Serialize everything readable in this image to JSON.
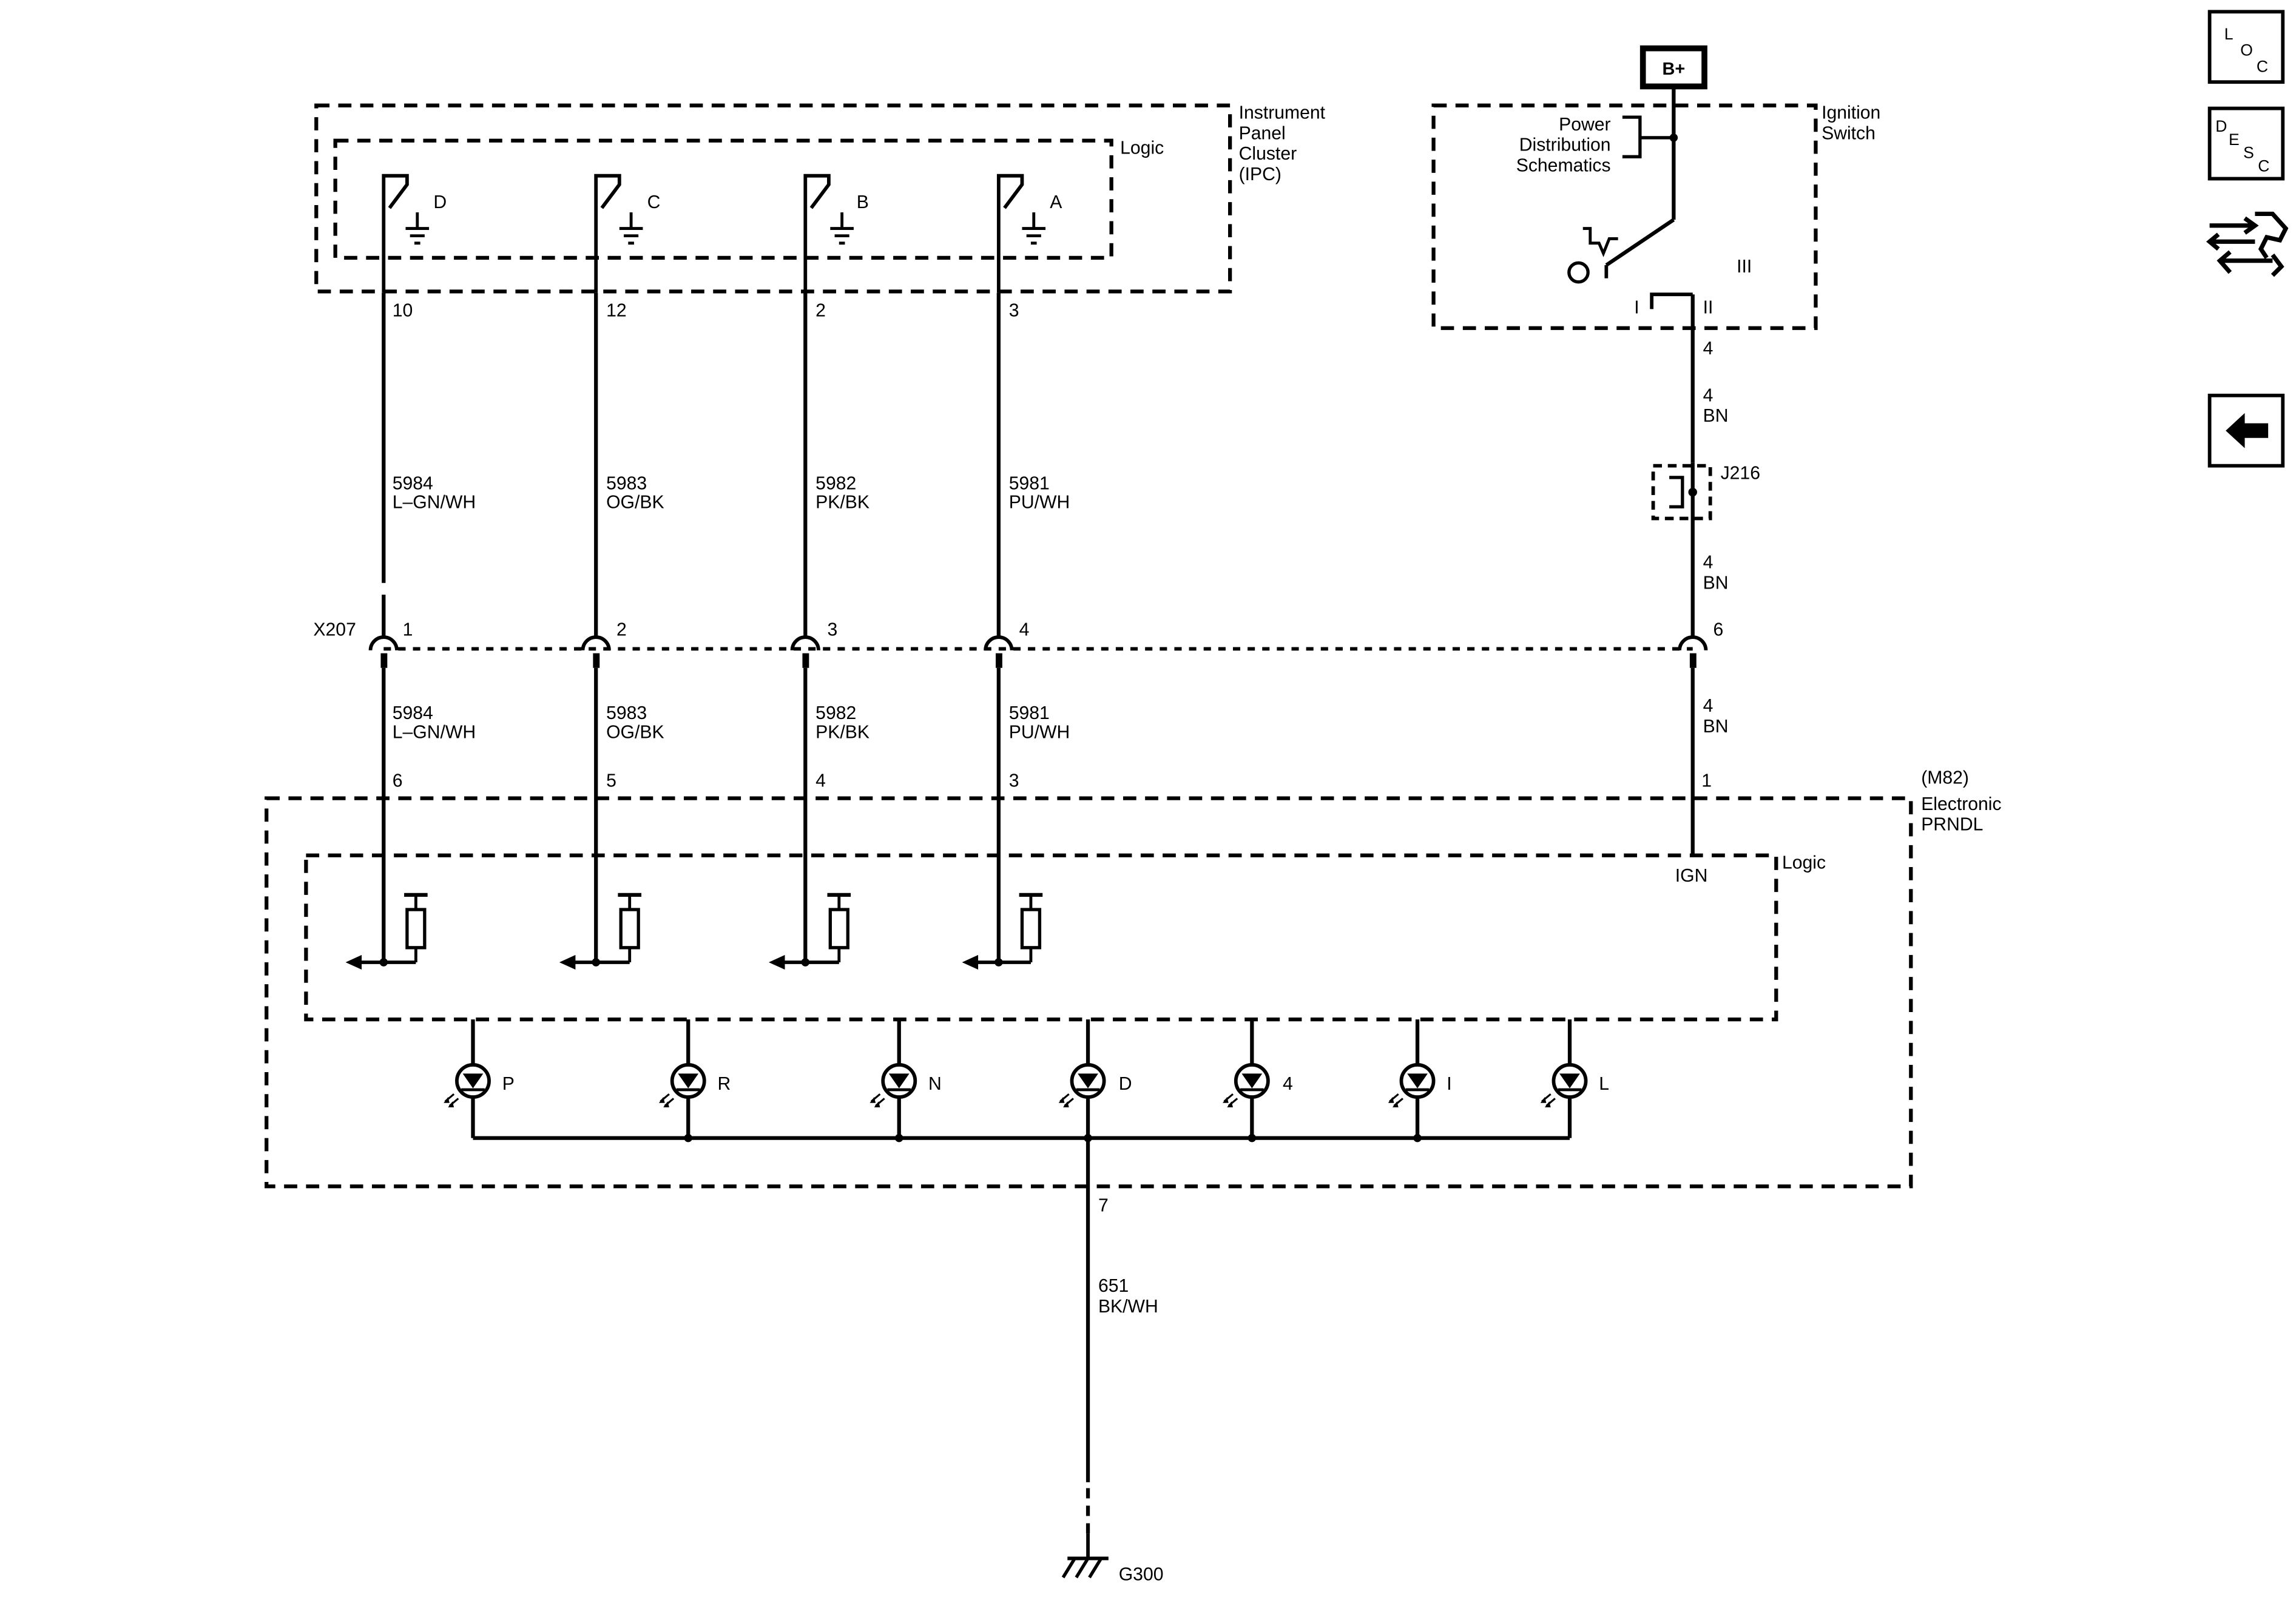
{
  "nav": {
    "loc": {
      "l": "L",
      "o": "O",
      "c": "C"
    },
    "desc": {
      "d": "D",
      "e": "E",
      "s": "S",
      "c": "C"
    },
    "connector_view_icon": "connector-end-view-icon",
    "back_icon": "arrow-left-icon"
  },
  "ipc": {
    "box_label": [
      "Instrument",
      "Panel",
      "Cluster",
      "(IPC)"
    ],
    "logic_label": "Logic",
    "switch_labels": [
      "D",
      "C",
      "B",
      "A"
    ],
    "pins": [
      "10",
      "12",
      "2",
      "3"
    ]
  },
  "wires_upper": [
    {
      "circuit": "5984",
      "color": "L–GN/WH"
    },
    {
      "circuit": "5983",
      "color": "OG/BK"
    },
    {
      "circuit": "5982",
      "color": "PK/BK"
    },
    {
      "circuit": "5981",
      "color": "PU/WH"
    }
  ],
  "connector": {
    "name": "X207",
    "pins": [
      "1",
      "2",
      "3",
      "4"
    ],
    "pin_ign": "6"
  },
  "wires_lower": [
    {
      "circuit": "5984",
      "color": "L–GN/WH"
    },
    {
      "circuit": "5983",
      "color": "OG/BK"
    },
    {
      "circuit": "5982",
      "color": "PK/BK"
    },
    {
      "circuit": "5981",
      "color": "PU/WH"
    }
  ],
  "prndl": {
    "option": "(M82)",
    "name": [
      "Electronic",
      "PRNDL"
    ],
    "pins": [
      "6",
      "5",
      "4",
      "3"
    ],
    "pin_ign": "1",
    "ign_label": "IGN",
    "logic_label": "Logic",
    "leds": [
      "P",
      "R",
      "N",
      "D",
      "4",
      "I",
      "L"
    ],
    "ground_pin": "7"
  },
  "ignition": {
    "supply": "B+",
    "label": [
      "Ignition",
      "Switch"
    ],
    "power_ref": [
      "Power",
      "Distribution",
      "Schematics"
    ],
    "positions": [
      "I",
      "II",
      "III"
    ],
    "pin": "4",
    "wire_a": {
      "circuit": "4",
      "color": "BN"
    },
    "splice": "J216",
    "wire_b": {
      "circuit": "4",
      "color": "BN"
    },
    "wire_c": {
      "circuit": "4",
      "color": "BN"
    }
  },
  "ground": {
    "circuit": "651",
    "color": "BK/WH",
    "name": "G300"
  }
}
